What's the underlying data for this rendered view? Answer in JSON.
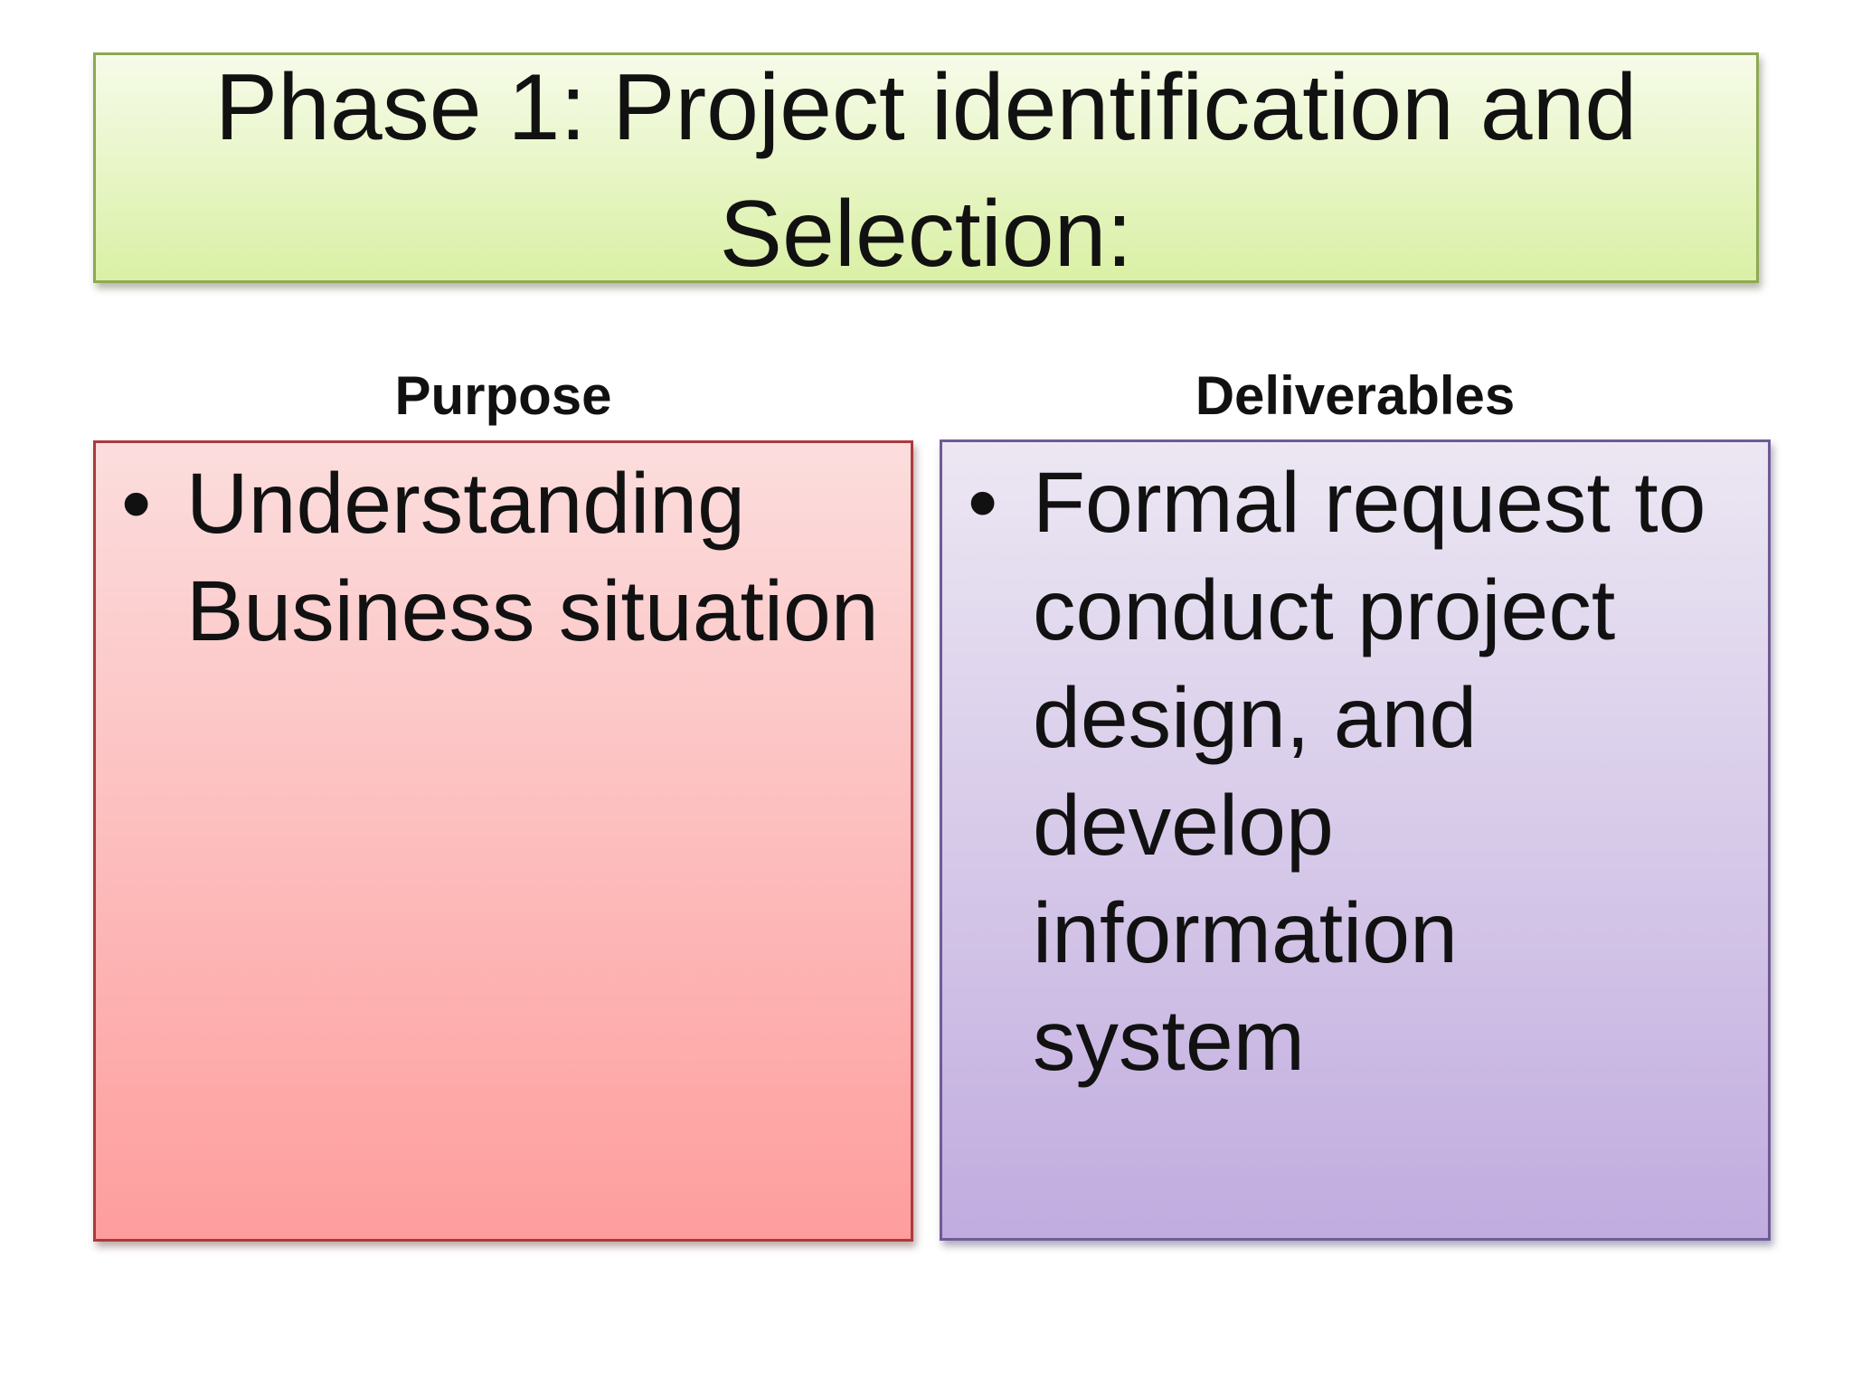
{
  "slide": {
    "title": {
      "line1": "Phase 1: Project identification and",
      "line2": "Selection:"
    },
    "columns": [
      {
        "header": "Purpose",
        "items": [
          {
            "bullet": "•",
            "lines": [
              "Understanding",
              "Business situation"
            ]
          }
        ]
      },
      {
        "header": "Deliverables",
        "items": [
          {
            "bullet": "•",
            "lines": [
              "Formal request to",
              "conduct project",
              "design, and",
              "develop",
              "information",
              "system"
            ]
          }
        ]
      }
    ],
    "colors": {
      "background": "#ffffff",
      "text": "#111111",
      "title_border": "#8ea951",
      "title_grad_top": "#f6fbe9",
      "title_grad_bottom": "#daf0a5",
      "purpose_border": "#ab3a3a",
      "purpose_grad_top": "#fcdddd",
      "purpose_grad_bottom": "#fe9d9d",
      "deliverables_border": "#6f5b96",
      "deliverables_grad_top": "#ece7f3",
      "deliverables_grad_bottom": "#c1acdf"
    }
  }
}
